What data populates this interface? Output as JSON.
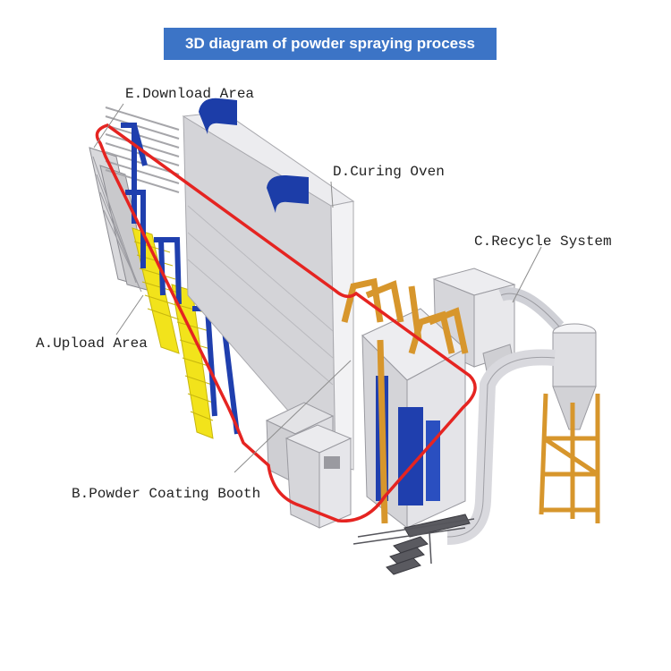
{
  "title": "3D diagram of powder spraying process",
  "labels": {
    "download": "E.Download Area",
    "oven": "D.Curing Oven",
    "recycle": "C.Recycle System",
    "upload": "A.Upload Area",
    "booth": "B.Powder Coating Booth"
  },
  "colors": {
    "title_bg": "#3c74c6",
    "conveyor": "#e52421",
    "frames": "#1f3fae",
    "hangers": "#f2e31b",
    "gantry": "#d7962c",
    "oven_body": "#e6e6ea"
  }
}
